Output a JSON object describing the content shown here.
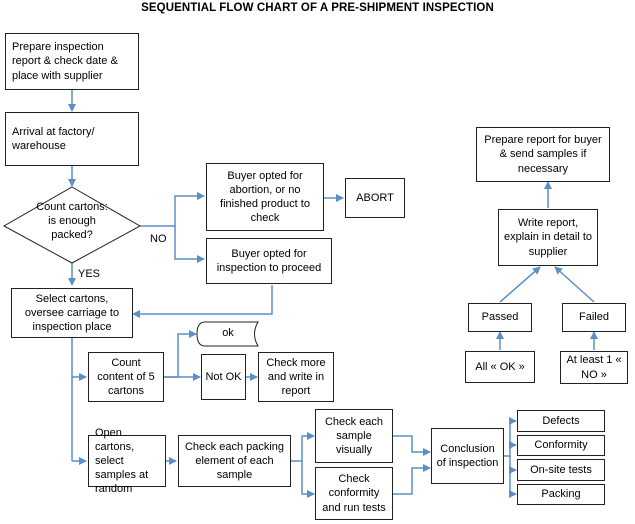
{
  "title": "SEQUENTIAL FLOW CHART OF A PRE-SHIPMENT INSPECTION",
  "nodes": {
    "prepare_report": "Prepare inspection report & check date & place with supplier",
    "arrival": "Arrival at factory/ warehouse",
    "count_cartons_decision": "Count cartons: is enough packed?",
    "no_label": "NO",
    "yes_label": "YES",
    "abortion_option": "Buyer opted for abortion, or no finished product to check",
    "abort": "ABORT",
    "proceed_option": "Buyer opted for inspection to proceed",
    "select_cartons": "Select cartons, oversee carriage to inspection place",
    "ok_storage": "ok",
    "count_content": "Count content of 5 cartons",
    "not_ok": "Not OK",
    "check_more": "Check more and write in report",
    "open_cartons": "Open cartons, select samples at random",
    "check_packing": "Check each packing element of each sample",
    "check_visually": "Check each sample visually",
    "check_conformity": "Check conformity and run tests",
    "conclusion": "Conclusion of inspection",
    "defects": "Defects",
    "conformity": "Conformity",
    "onsite_tests": "On-site tests",
    "packing": "Packing",
    "all_ok": "All « OK »",
    "passed": "Passed",
    "at_least_one_no": "At least 1 « NO »",
    "failed": "Failed",
    "write_report": "Write report, explain in detail to supplier",
    "prepare_buyer_report": "Prepare report for buyer & send samples if necessary"
  },
  "colors": {
    "arrow": "#5b8fc5",
    "border": "#222222"
  }
}
